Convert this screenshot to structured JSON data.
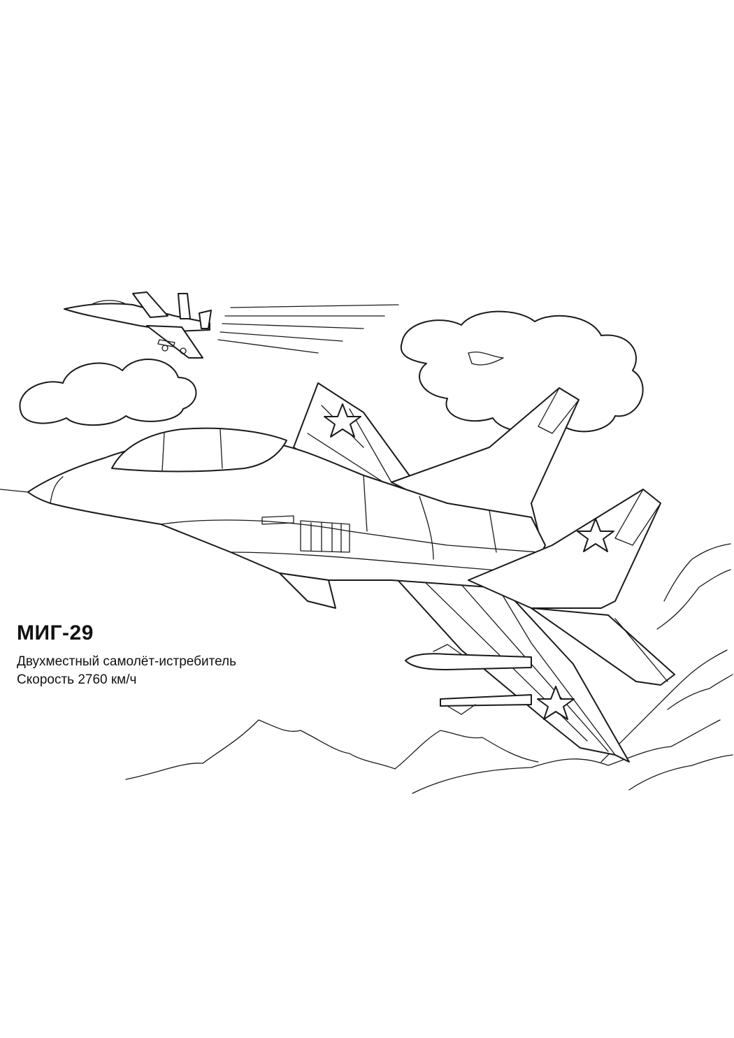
{
  "caption": {
    "title": "МИГ-29",
    "line1": "Двухместный самолёт-истребитель",
    "line2": "Скорость 2760 км/ч"
  },
  "colors": {
    "ink": "#1a1a1a",
    "paper": "#ffffff"
  }
}
